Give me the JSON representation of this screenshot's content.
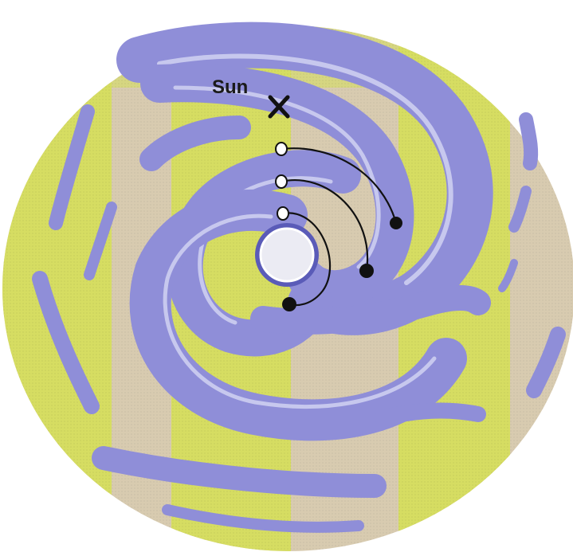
{
  "diagram": {
    "sun_label": "Sun",
    "colors": {
      "disk_tan": "#d8cbb0",
      "disk_green": "#d6dd62",
      "arm_blue": "#8f8ed8",
      "arm_dark": "#5a5bb8",
      "arm_highlight": "#c7c8ee",
      "bulge": "#ebebf3",
      "path_stroke": "#111111",
      "marker_open": "#ffffff",
      "marker_filled": "#111111"
    },
    "orbit_paths": [
      {
        "name": "outer-orbit-path"
      },
      {
        "name": "middle-orbit-path"
      },
      {
        "name": "inner-orbit-path"
      }
    ]
  }
}
